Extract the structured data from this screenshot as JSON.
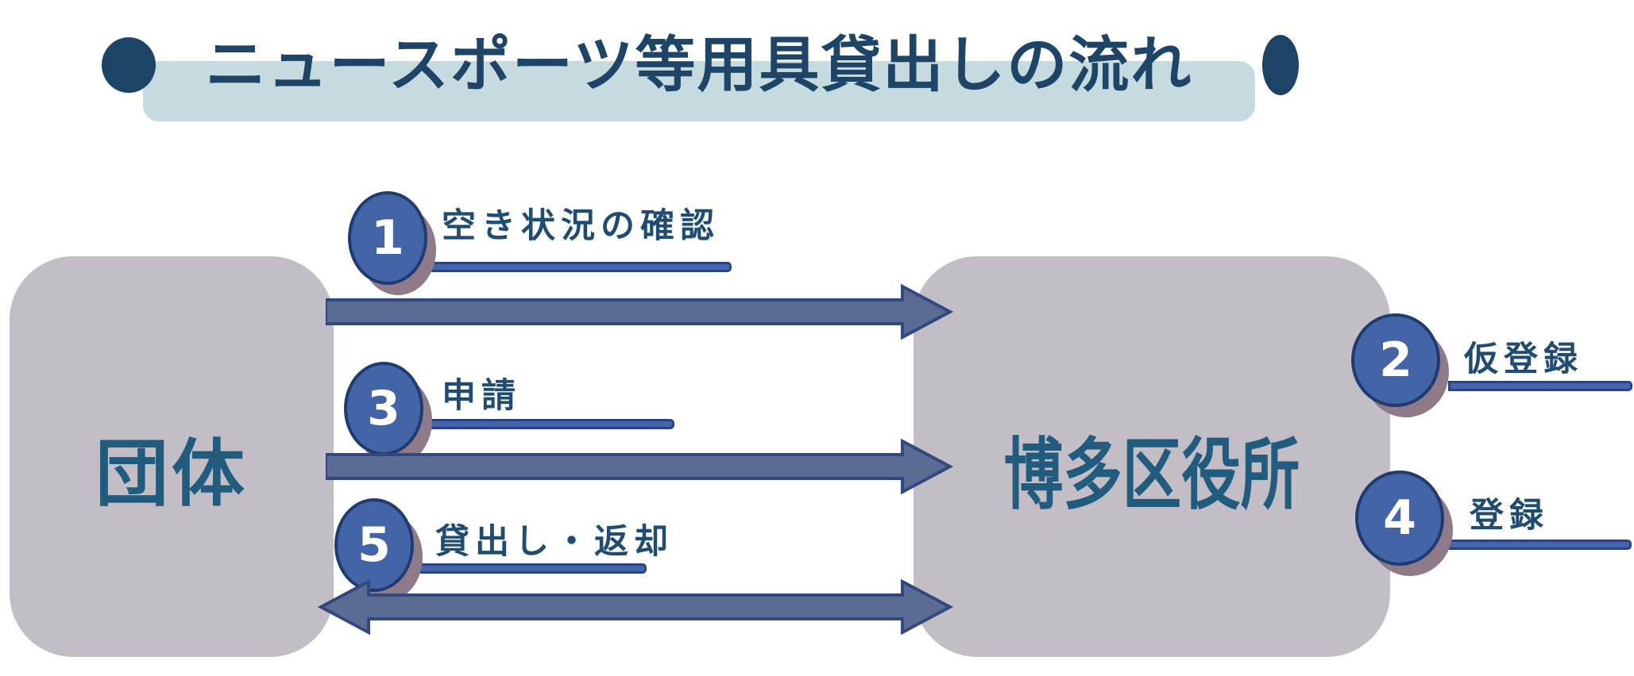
{
  "title": "ニュースポーツ等用具貸出しの流れ",
  "entities": {
    "left": {
      "label": "団体"
    },
    "right": {
      "label": "博多区役所"
    }
  },
  "steps": [
    {
      "number": "1",
      "label": "空き状況の確認",
      "direction": "group-to-office"
    },
    {
      "number": "2",
      "label": "仮登録",
      "direction": "office"
    },
    {
      "number": "3",
      "label": "申請",
      "direction": "group-to-office"
    },
    {
      "number": "4",
      "label": "登録",
      "direction": "office"
    },
    {
      "number": "5",
      "label": "貸出し・返却",
      "direction": "both"
    }
  ],
  "colors": {
    "banner": "#C6DBE0",
    "bullet": "#1D4466",
    "title_text": "#1E4467",
    "box_fill": "#C3BDC5",
    "box_text": "#215B7D",
    "arrow_fill": "#5A6B94",
    "arrow_border": "#32497F",
    "circle_fill": "#4464A8",
    "circle_border": "#1F3B70",
    "circle_shadow": "#8E7A88",
    "step_label": "#1F4C70",
    "underline_fill": "#4565AE",
    "underline_border": "#2A4483",
    "number_text": "#FFFFFF"
  }
}
